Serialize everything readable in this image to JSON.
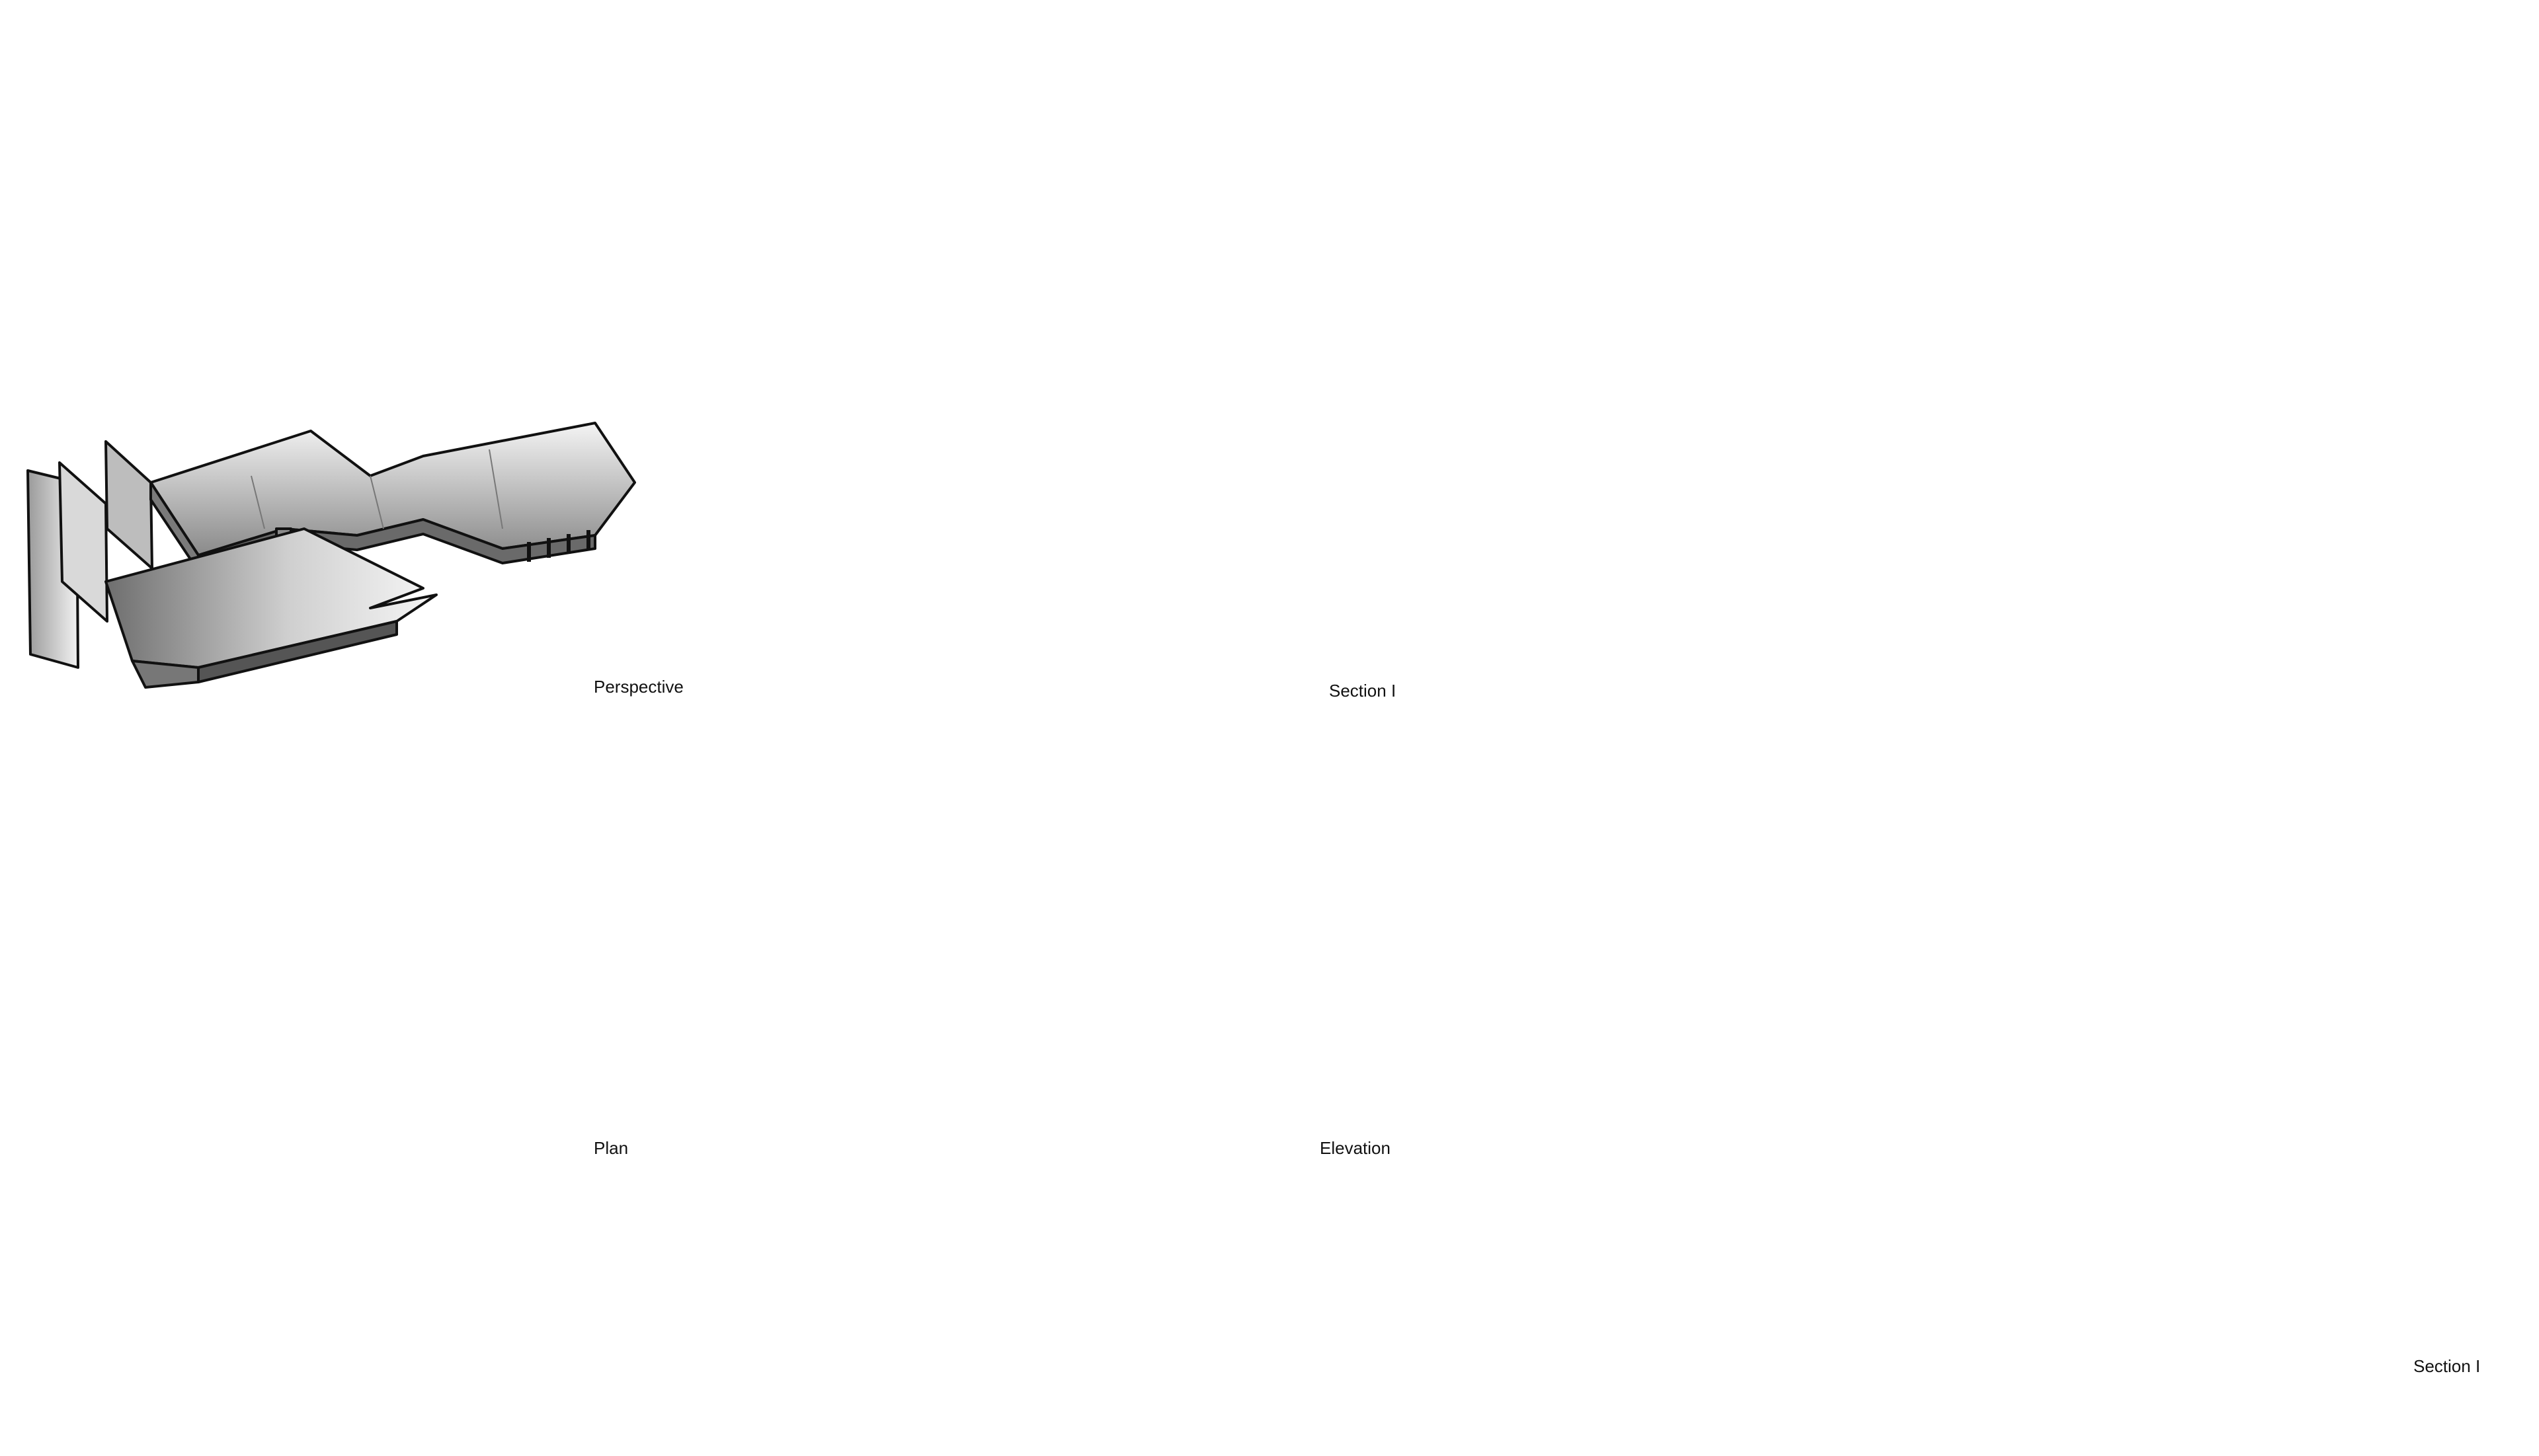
{
  "captions": {
    "perspective": "Perspective",
    "section_small": "Section I",
    "plan": "Plan",
    "elevation": "Elevation",
    "section_large": "Section I"
  },
  "colors": {
    "accent_red": "#e3120b",
    "line": "#111111",
    "shade_dark": "#5a5a5a",
    "shade_light": "#e6e6e6",
    "paper": "#ffffff"
  }
}
